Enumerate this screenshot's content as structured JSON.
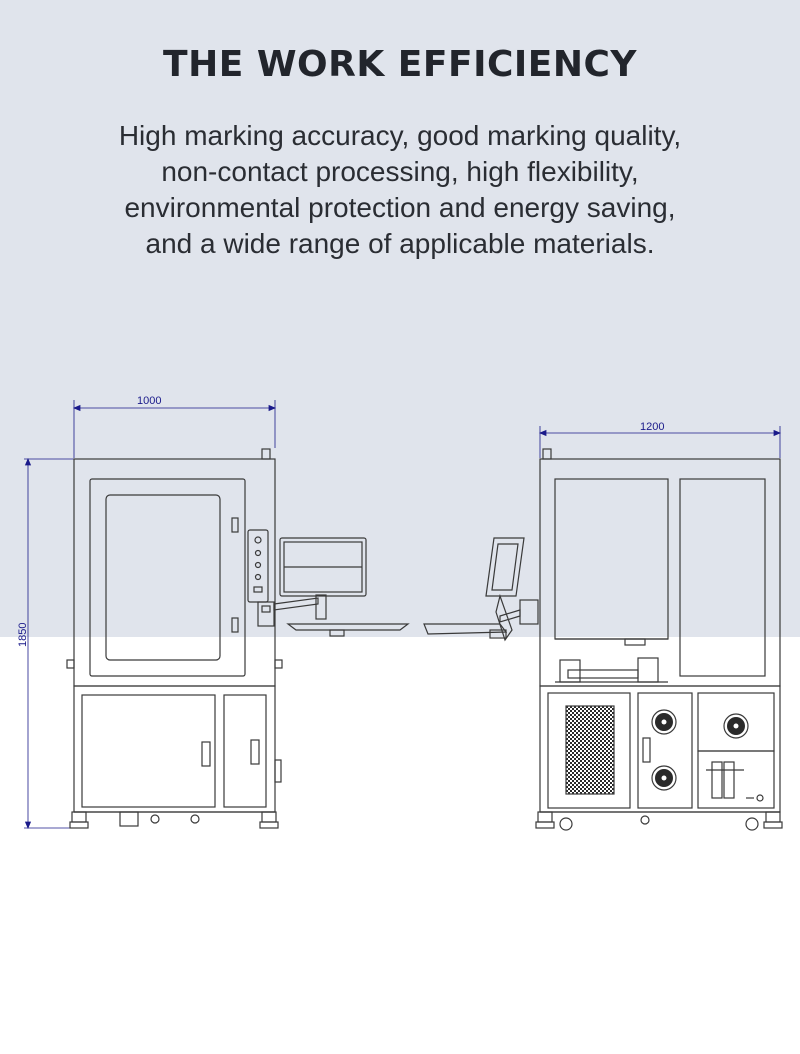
{
  "header": {
    "title": "THE WORK EFFICIENCY",
    "description_lines": [
      "High marking accuracy, good marking quality,",
      "non-contact processing, high flexibility,",
      "environmental protection and energy saving,",
      "and a wide range of applicable materials."
    ]
  },
  "drawing": {
    "front_view": {
      "width_dim": "1000",
      "height_dim": "1850"
    },
    "side_view": {
      "width_dim": "1200"
    },
    "dimension_color": "#1a1a8a",
    "line_color": "#3a3a3a",
    "band_color": "#e0e4ec"
  }
}
